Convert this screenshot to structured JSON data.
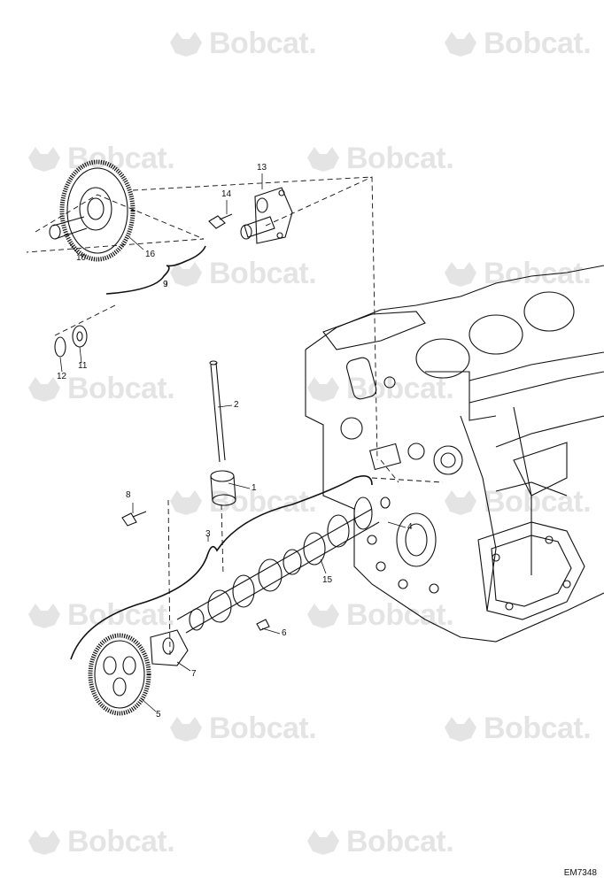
{
  "watermark": {
    "text": "Bobcat.",
    "logo_icon": "bobcat-logo-icon"
  },
  "callouts": [
    "1",
    "2",
    "3",
    "4",
    "5",
    "6",
    "7",
    "8",
    "9",
    "10",
    "11",
    "12",
    "13",
    "14",
    "15",
    "16"
  ],
  "drawing_code": "EM7348"
}
